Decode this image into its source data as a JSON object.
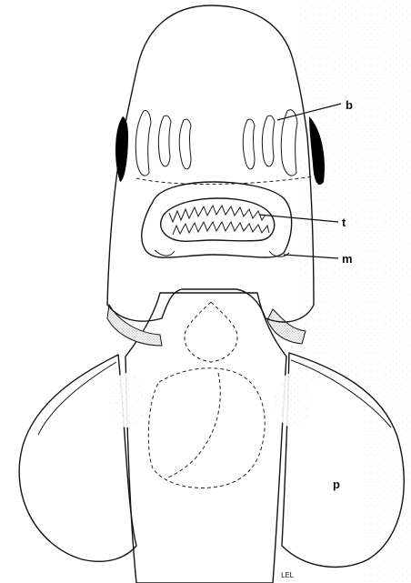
{
  "labels": {
    "b": "b",
    "t": "t",
    "m": "m",
    "p": "p"
  },
  "signature": "LEL",
  "colors": {
    "ink": "#141414",
    "stipple": "#b8b8b8",
    "eye": "#000000",
    "background": "#ffffff"
  }
}
